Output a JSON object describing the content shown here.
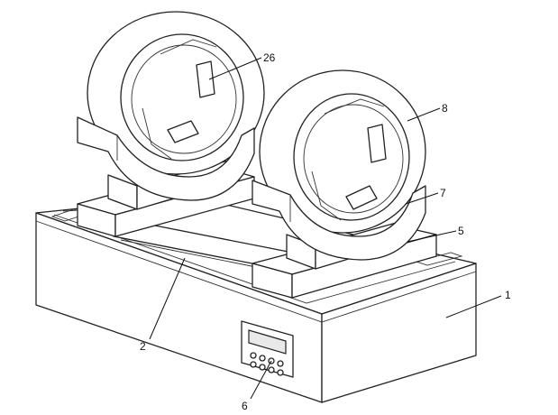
{
  "labels": {
    "ref_26": "26",
    "ref_8": "8",
    "ref_7": "7",
    "ref_5": "5",
    "ref_1": "1",
    "ref_2": "2",
    "ref_6": "6"
  },
  "colors": {
    "line": "#222222",
    "background": "#ffffff",
    "shade": "#e9e9e9"
  }
}
